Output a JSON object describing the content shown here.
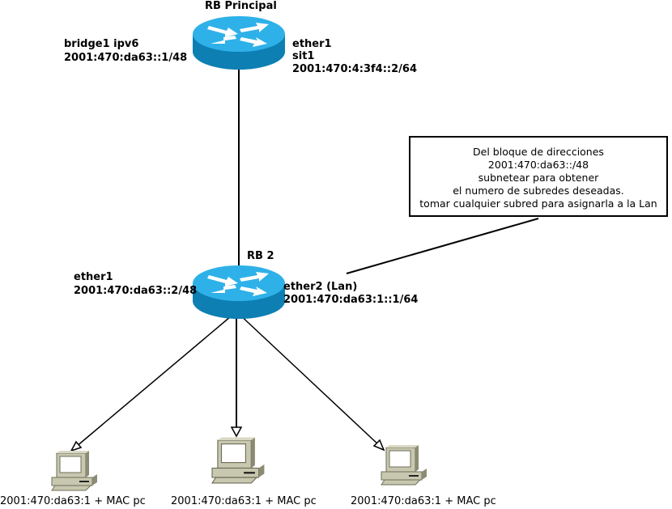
{
  "routers": {
    "principal": {
      "name": "RB Principal",
      "left_iface": [
        "bridge1 ipv6",
        "2001:470:da63::1/48"
      ],
      "right_iface": [
        "ether1",
        "sit1",
        "2001:470:4:3f4::2/64"
      ]
    },
    "rb2": {
      "name": "RB 2",
      "left_iface": [
        "ether1",
        "2001:470:da63::2/48"
      ],
      "right_iface": [
        "ether2 (Lan)",
        "2001:470:da63:1::1/64"
      ]
    }
  },
  "note": {
    "lines": [
      "Del bloque de direcciones",
      "2001:470:da63::/48",
      "subnetear para obtener",
      "el numero de subredes deseadas.",
      "tomar cualquier subred para asignarla a la Lan"
    ]
  },
  "pcs": [
    {
      "label": "2001:470:da63:1 + MAC pc"
    },
    {
      "label": "2001:470:da63:1 + MAC pc"
    },
    {
      "label": "2001:470:da63:1 + MAC pc"
    }
  ],
  "colors": {
    "router_top": "#2eb1e8",
    "router_side": "#0d7fb3",
    "pc_body": "#c8c8b0",
    "pc_dark": "#8c8c74"
  }
}
